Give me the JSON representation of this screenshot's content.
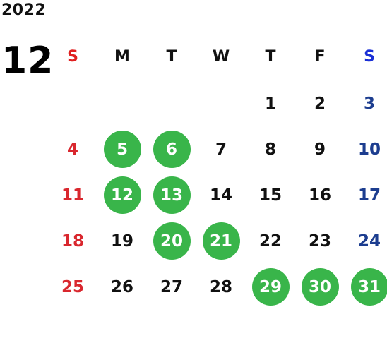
{
  "year": "2022",
  "month": "12",
  "colors": {
    "sunday": "#d9272e",
    "saturday": "#1c3d8f",
    "highlight": "#39b54a",
    "weekday": "#111111"
  },
  "weekdays": [
    "S",
    "M",
    "T",
    "W",
    "T",
    "F",
    "S"
  ],
  "weeks": [
    [
      "",
      "",
      "",
      "",
      "1",
      "2",
      "3"
    ],
    [
      "4",
      "5",
      "6",
      "7",
      "8",
      "9",
      "10"
    ],
    [
      "11",
      "12",
      "13",
      "14",
      "15",
      "16",
      "17"
    ],
    [
      "18",
      "19",
      "20",
      "21",
      "22",
      "23",
      "24"
    ],
    [
      "25",
      "26",
      "27",
      "28",
      "29",
      "30",
      "31"
    ]
  ],
  "highlighted_days": [
    "5",
    "6",
    "12",
    "13",
    "20",
    "21",
    "29",
    "30",
    "31"
  ]
}
